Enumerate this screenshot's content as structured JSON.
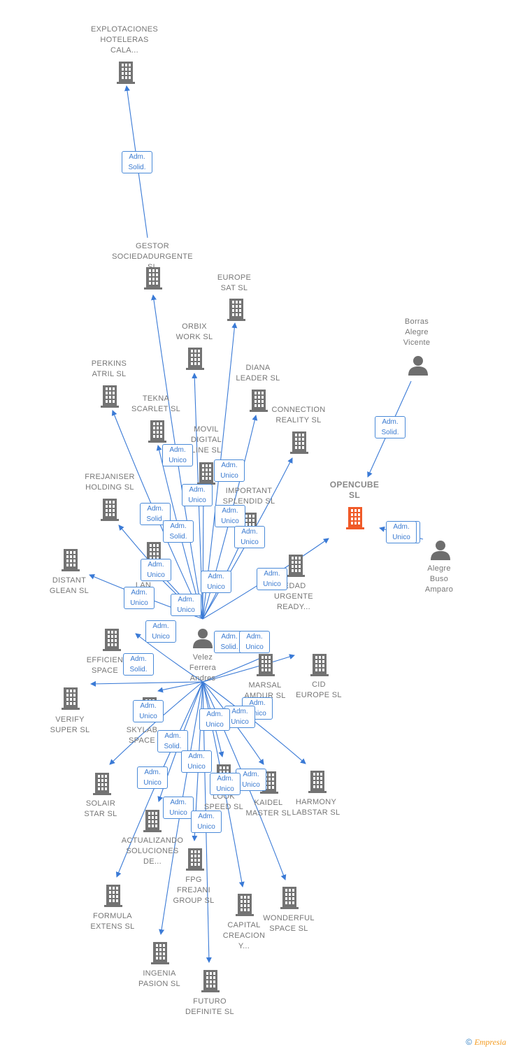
{
  "colors": {
    "edge": "#3a7ad6",
    "building": "#737373",
    "focus": "#f05a28",
    "person": "#6e6e6e"
  },
  "nodes": [
    {
      "id": "velez",
      "kind": "person",
      "label": "Velez\nFerrera\nAndres",
      "icon": "person-icon"
    },
    {
      "id": "explotaciones",
      "kind": "company",
      "label": "EXPLOTACIONES\nHOTELERAS\nCALA...",
      "icon": "building-icon"
    },
    {
      "id": "gestor",
      "kind": "company",
      "label": "GESTOR\nSOCIEDADURGENTE SL",
      "icon": "building-icon"
    },
    {
      "id": "europe_sat",
      "kind": "company",
      "label": "EUROPE\nSAT SL",
      "icon": "building-icon"
    },
    {
      "id": "orbix",
      "kind": "company",
      "label": "ORBIX\nWORK SL",
      "icon": "building-icon"
    },
    {
      "id": "perkins",
      "kind": "company",
      "label": "PERKINS\nATRIL SL",
      "icon": "building-icon"
    },
    {
      "id": "diana",
      "kind": "company",
      "label": "DIANA\nLEADER SL",
      "icon": "building-icon"
    },
    {
      "id": "tekna",
      "kind": "company",
      "label": "TEKNA\nSCARLET SL",
      "icon": "building-icon"
    },
    {
      "id": "connection",
      "kind": "company",
      "label": "CONNECTION\nREALITY SL",
      "icon": "building-icon"
    },
    {
      "id": "movil",
      "kind": "company",
      "label": "MOVIL\nDIGITAL\nLINE SL",
      "icon": "building-icon"
    },
    {
      "id": "frejaniser",
      "kind": "company",
      "label": "FREJANISER\nHOLDING SL",
      "icon": "building-icon"
    },
    {
      "id": "important",
      "kind": "company",
      "label": "IMPORTANT\nSPLENDID SL",
      "icon": "building-icon"
    },
    {
      "id": "distant",
      "kind": "company",
      "label": "DISTANT\nGLEAN SL",
      "icon": "building-icon"
    },
    {
      "id": "dan",
      "kind": "company",
      "label": "D\nLAN\nTRU",
      "icon": "building-icon"
    },
    {
      "id": "urgente",
      "kind": "company",
      "label": "IEDAD\nURGENTE\nREADY...",
      "icon": "building-icon"
    },
    {
      "id": "opencube",
      "kind": "focus",
      "label": "OPENCUBE\nSL",
      "icon": "building-icon"
    },
    {
      "id": "borras",
      "kind": "person",
      "label": "Borras\nAlegre\nVicente",
      "icon": "person-icon"
    },
    {
      "id": "alegre",
      "kind": "person",
      "label": "Alegre\nBuso\nAmparo",
      "icon": "person-icon"
    },
    {
      "id": "efficient",
      "kind": "company",
      "label": "EFFICIEN\nSPACE",
      "icon": "building-icon"
    },
    {
      "id": "verify",
      "kind": "company",
      "label": "VERIFY\nSUPER SL",
      "icon": "building-icon"
    },
    {
      "id": "marsal",
      "kind": "company",
      "label": "MARSAL\nAMDUR SL",
      "icon": "building-icon"
    },
    {
      "id": "cid",
      "kind": "company",
      "label": "CID\nEUROPE SL",
      "icon": "building-icon"
    },
    {
      "id": "skylab",
      "kind": "company",
      "label": "SKYLAB\nSPACE",
      "icon": "building-icon"
    },
    {
      "id": "solair",
      "kind": "company",
      "label": "SOLAIR\nSTAR SL",
      "icon": "building-icon"
    },
    {
      "id": "look",
      "kind": "company",
      "label": "LOOK\nSPEED SL",
      "icon": "building-icon"
    },
    {
      "id": "kaidel",
      "kind": "company",
      "label": "KAIDEL\nMASTER SL",
      "icon": "building-icon"
    },
    {
      "id": "harmony",
      "kind": "company",
      "label": "HARMONY\nLABSTAR SL",
      "icon": "building-icon"
    },
    {
      "id": "actualizando",
      "kind": "company",
      "label": "ACTUALIZANDO\nSOLUCIONES\nDE...",
      "icon": "building-icon"
    },
    {
      "id": "fpg",
      "kind": "company",
      "label": "FPG\nFREJANI\nGROUP SL",
      "icon": "building-icon"
    },
    {
      "id": "formula",
      "kind": "company",
      "label": "FORMULA\nEXTENS SL",
      "icon": "building-icon"
    },
    {
      "id": "capital",
      "kind": "company",
      "label": "CAPITAL\nCREACION\nY...",
      "icon": "building-icon"
    },
    {
      "id": "wonderful",
      "kind": "company",
      "label": "WONDERFUL\nSPACE SL",
      "icon": "building-icon"
    },
    {
      "id": "ingenia",
      "kind": "company",
      "label": "INGENIA\nPASION SL",
      "icon": "building-icon"
    },
    {
      "id": "futuro",
      "kind": "company",
      "label": "FUTURO\nDEFINITE SL",
      "icon": "building-icon"
    }
  ],
  "edges": [
    {
      "from": "gestor",
      "to": "explotaciones",
      "role": "Adm.\nSolid."
    },
    {
      "from": "velez",
      "to": "gestor",
      "role": ""
    },
    {
      "from": "velez",
      "to": "europe_sat",
      "role": "Adm.\nUnico"
    },
    {
      "from": "velez",
      "to": "orbix",
      "role": "Adm.\nUnico"
    },
    {
      "from": "velez",
      "to": "perkins",
      "role": "Adm.\nSolid."
    },
    {
      "from": "velez",
      "to": "diana",
      "role": "Adm.\nUnico"
    },
    {
      "from": "velez",
      "to": "tekna",
      "role": "Adm.\nUnico"
    },
    {
      "from": "velez",
      "to": "connection",
      "role": "Adm.\nUnico"
    },
    {
      "from": "velez",
      "to": "movil",
      "role": "Adm.\nUnico"
    },
    {
      "from": "velez",
      "to": "frejaniser",
      "role": "Adm.\nSolid."
    },
    {
      "from": "velez",
      "to": "important",
      "role": "Adm.\nUnico"
    },
    {
      "from": "velez",
      "to": "distant",
      "role": "Adm.\nUnico"
    },
    {
      "from": "velez",
      "to": "dan",
      "role": "Adm.\nUnico"
    },
    {
      "from": "velez",
      "to": "opencube",
      "role": "Adm.\nSolid."
    },
    {
      "from": "borras",
      "to": "opencube",
      "role": "Adm.\nUnico"
    },
    {
      "from": "alegre",
      "to": "opencube",
      "role": "Adm.\nSolid."
    },
    {
      "from": "velez",
      "to": "efficient",
      "role": "Adm.\nUnico"
    },
    {
      "from": "velez",
      "to": "verify",
      "role": "Adm.\nUnico"
    },
    {
      "from": "velez",
      "to": "marsal",
      "role": "Adm.\nUnico"
    },
    {
      "from": "velez",
      "to": "cid",
      "role": "Adm.\nUnico"
    },
    {
      "from": "velez",
      "to": "skylab",
      "role": "Adm.\nSolid."
    },
    {
      "from": "velez",
      "to": "solair",
      "role": "Adm.\nUnico"
    },
    {
      "from": "velez",
      "to": "look",
      "role": "Adm.\nUnico"
    },
    {
      "from": "velez",
      "to": "kaidel",
      "role": "Adm.\nUnico"
    },
    {
      "from": "velez",
      "to": "harmony",
      "role": "Adm.\nUnico"
    },
    {
      "from": "velez",
      "to": "actualizando",
      "role": "Adm.\nUnico"
    },
    {
      "from": "velez",
      "to": "fpg",
      "role": "Adm.\nUnico"
    },
    {
      "from": "velez",
      "to": "formula",
      "role": "Adm.\nUnico"
    },
    {
      "from": "velez",
      "to": "capital",
      "role": "Adm.\nSolid."
    },
    {
      "from": "velez",
      "to": "wonderful",
      "role": "Adm.\nUnico"
    },
    {
      "from": "velez",
      "to": "ingenia",
      "role": "Adm.\nUnico"
    },
    {
      "from": "velez",
      "to": "futuro",
      "role": "Adm.\nUnico"
    }
  ],
  "footer": {
    "copyright": "©",
    "brand": "Empresia"
  }
}
